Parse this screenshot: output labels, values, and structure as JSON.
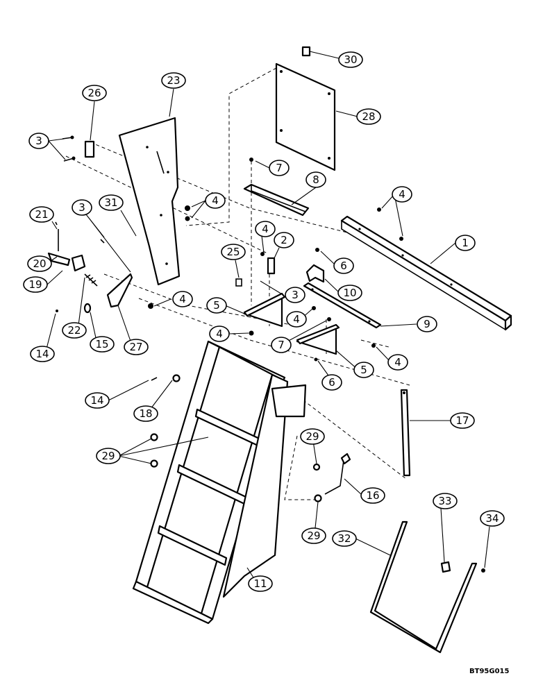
{
  "figure_code": "BT95G015",
  "callouts": [
    {
      "id": "c30",
      "label": "30"
    },
    {
      "id": "c28",
      "label": "28"
    },
    {
      "id": "c23",
      "label": "23"
    },
    {
      "id": "c26",
      "label": "26"
    },
    {
      "id": "c3a",
      "label": "3"
    },
    {
      "id": "c7a",
      "label": "7"
    },
    {
      "id": "c8",
      "label": "8"
    },
    {
      "id": "c4a",
      "label": "4"
    },
    {
      "id": "c31",
      "label": "31"
    },
    {
      "id": "c3b",
      "label": "3"
    },
    {
      "id": "c21",
      "label": "21"
    },
    {
      "id": "c4b",
      "label": "4"
    },
    {
      "id": "c1",
      "label": "1"
    },
    {
      "id": "c25",
      "label": "25"
    },
    {
      "id": "c2",
      "label": "2"
    },
    {
      "id": "c4c",
      "label": "4"
    },
    {
      "id": "c6a",
      "label": "6"
    },
    {
      "id": "c20",
      "label": "20"
    },
    {
      "id": "c10",
      "label": "10"
    },
    {
      "id": "c3c",
      "label": "3"
    },
    {
      "id": "c19",
      "label": "19"
    },
    {
      "id": "c4d",
      "label": "4"
    },
    {
      "id": "c5a",
      "label": "5"
    },
    {
      "id": "c22",
      "label": "22"
    },
    {
      "id": "c15",
      "label": "15"
    },
    {
      "id": "c27",
      "label": "27"
    },
    {
      "id": "c4e",
      "label": "4"
    },
    {
      "id": "c9",
      "label": "9"
    },
    {
      "id": "c4f",
      "label": "4"
    },
    {
      "id": "c7b",
      "label": "7"
    },
    {
      "id": "c14a",
      "label": "14"
    },
    {
      "id": "c4g",
      "label": "4"
    },
    {
      "id": "c5b",
      "label": "5"
    },
    {
      "id": "c6b",
      "label": "6"
    },
    {
      "id": "c14b",
      "label": "14"
    },
    {
      "id": "c18",
      "label": "18"
    },
    {
      "id": "c17",
      "label": "17"
    },
    {
      "id": "c29a",
      "label": "29"
    },
    {
      "id": "c29b",
      "label": "29"
    },
    {
      "id": "c16",
      "label": "16"
    },
    {
      "id": "c29c",
      "label": "29"
    },
    {
      "id": "c33",
      "label": "33"
    },
    {
      "id": "c34",
      "label": "34"
    },
    {
      "id": "c32",
      "label": "32"
    },
    {
      "id": "c11",
      "label": "11"
    }
  ]
}
